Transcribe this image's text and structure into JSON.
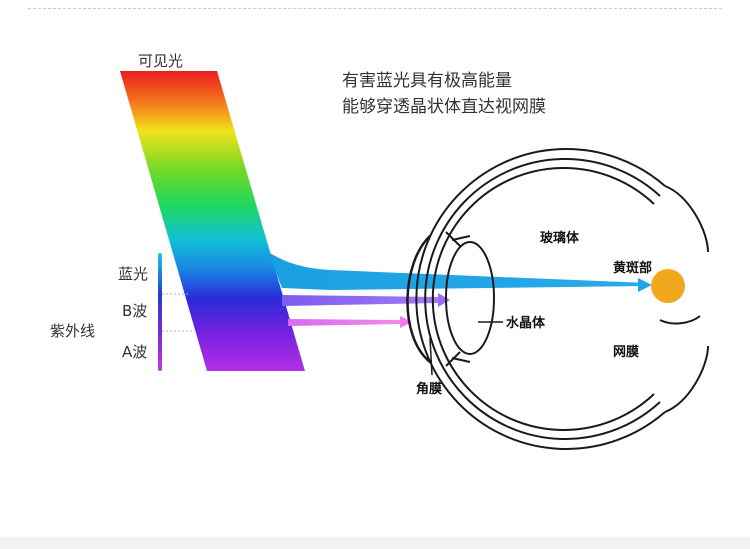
{
  "headline": {
    "line1": "有害蓝光具有极高能量",
    "line2": "能够穿透晶状体直达视网膜"
  },
  "spectrum": {
    "title": "可见光",
    "bands": {
      "blue_light": "蓝光",
      "uvb": "B波",
      "uva": "A波"
    },
    "uv_group": "紫外线"
  },
  "eye": {
    "vitreous": "玻璃体",
    "macula": "黄斑部",
    "lens": "水晶体",
    "retina": "网膜",
    "cornea": "角膜"
  },
  "colors": {
    "blue_beam": "#1ea7e6",
    "uvb_beam": "#9b6cf0",
    "uva_beam": "#f07ae8",
    "macula": "#f2a81d",
    "eye_outline": "#1a1a1a"
  }
}
